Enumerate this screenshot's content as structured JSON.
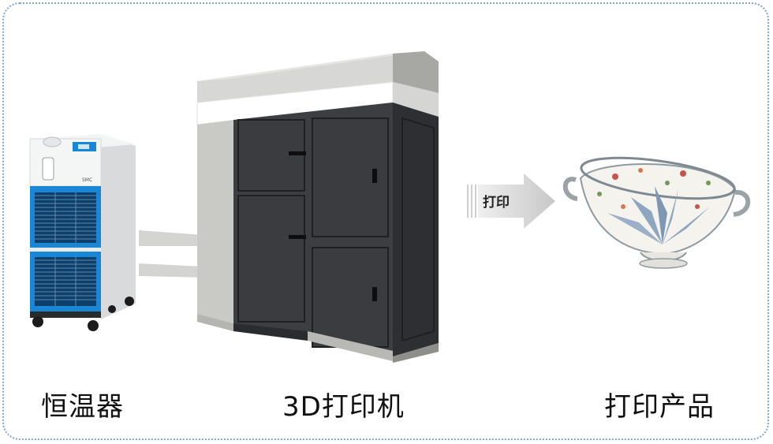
{
  "labels": {
    "chiller": "恒温器",
    "printer": "3D打印机",
    "product": "打印产品"
  },
  "arrow": {
    "text": "打印"
  },
  "chiller_brand": "SMC",
  "colors": {
    "frame_border": "#7fa6cc",
    "chiller_blue": "#1a86d6",
    "printer_dark": "#3d3e42",
    "printer_gray": "#c9cac6"
  }
}
